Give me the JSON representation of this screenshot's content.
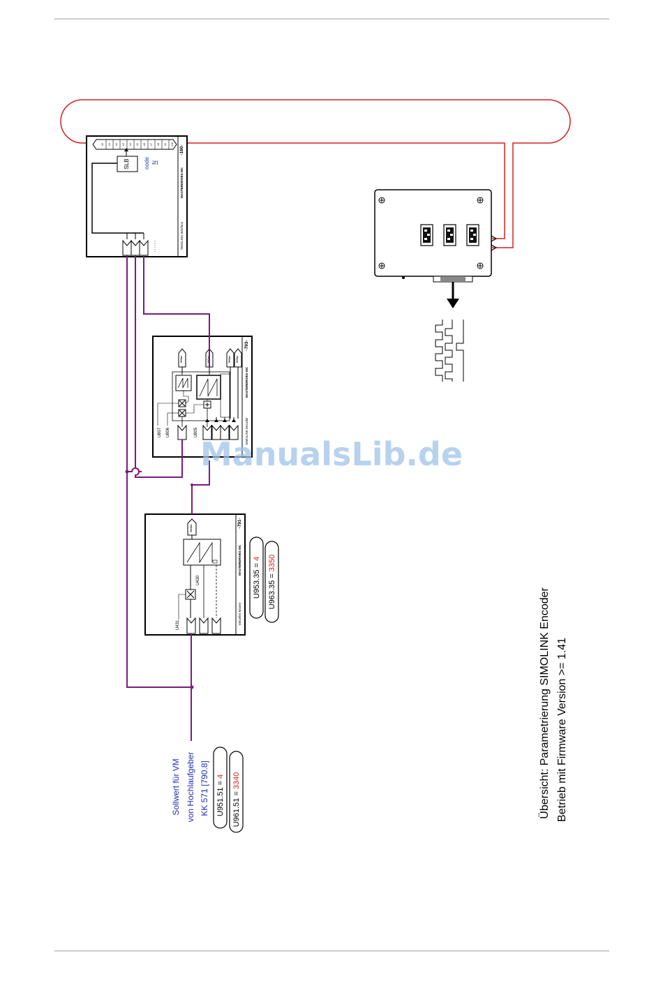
{
  "colors": {
    "ring": "#d42020",
    "wire": "#7b1a7e",
    "blue_text": "#1f2fb5",
    "red_value": "#d42020",
    "box": "#000000",
    "watermark": "#9fc3e8"
  },
  "block_160": {
    "slb_label": "SLB",
    "node_label": "node",
    "node_value": "N",
    "id_label": "-160-",
    "footer_label": "MASTERDRIVES MC",
    "side_label": "SIMOLINK  Interface",
    "port_labels": [
      "U0",
      "U1",
      "U2",
      "U3",
      "U4",
      "U5",
      "U6",
      "U7",
      "U8",
      "U9",
      "U10"
    ]
  },
  "block_793": {
    "id_label": "-793-",
    "footer_label": "MASTERDRIVES MC",
    "side_label": "SIMOLINK  Encoder",
    "params": [
      "U807",
      "U806",
      "U805"
    ],
    "output_labels": [
      "KK0xx",
      "KK0xx",
      "KK0xx",
      "KK0xx"
    ]
  },
  "block_791": {
    "id_label": "-791-",
    "footer_label": "MASTERDRIVES MC",
    "side_label": "Virtueller Master",
    "params": [
      "U431",
      "U430"
    ],
    "output_label": "KK0xx"
  },
  "param_791": {
    "line1_prefix": "U953.35 = ",
    "line1_value": "4",
    "line2_prefix": "U963.35 = ",
    "line2_value": "3350"
  },
  "setpoint": {
    "line1": "Sollwert für VM",
    "line2": "von Hochlaufgeber",
    "line3": "KK 571 [790.8]"
  },
  "param_main": {
    "line1_prefix": "U951.51 = ",
    "line1_value": "4",
    "line2_prefix": "U961.51 = ",
    "line2_value": "3340"
  },
  "caption": {
    "line1": "Übersicht: Parametrierung SIMOLINK Encoder",
    "line2": "Betrieb mit Firmware Version >= 1.41"
  },
  "watermark": "ManualsLib.de"
}
